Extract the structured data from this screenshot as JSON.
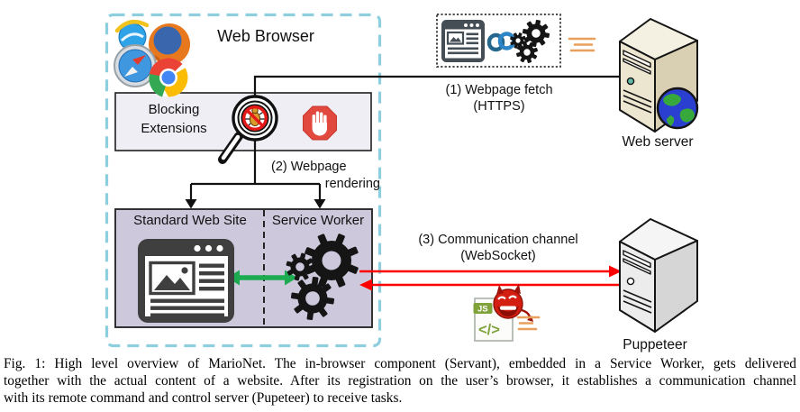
{
  "figure": {
    "browser_box": {
      "title": "Web Browser",
      "blocking_extensions_label": "Blocking Extensions",
      "site_box": {
        "left": "Standard Web Site",
        "right": "Service Worker"
      }
    },
    "flows": {
      "fetch": "(1) Webpage fetch (HTTPS)",
      "rendering_line1": "(2) Webpage",
      "rendering_line2": "rendering",
      "comm_line1": "(3) Communication channel",
      "comm_line2": "(WebSocket)"
    },
    "nodes": {
      "web_server": "Web server",
      "puppeteer": "Puppeteer"
    },
    "colors": {
      "browser_border_teal": "#8ecfdf",
      "site_box_purple": "#cec8dc",
      "blocking_box_gray": "#efeef4",
      "arrow_red": "#fe0000",
      "arrow_green": "#1cab50",
      "motion_lines_orange": "#e8a05c",
      "adblock_red": "#e2493e",
      "link_blue": "#2d85c5",
      "script_green": "#7fa33a"
    }
  },
  "caption": {
    "lines": [
      "Fig. 1: High level overview of MarioNet. The in-browser component (Servant), embedded in a Service Worker, gets delivered",
      "together with the actual content of a website. After its registration on the user’s browser, it establishes a communication channel",
      "with its remote command and control server (Pupeteer) to receive tasks."
    ]
  }
}
